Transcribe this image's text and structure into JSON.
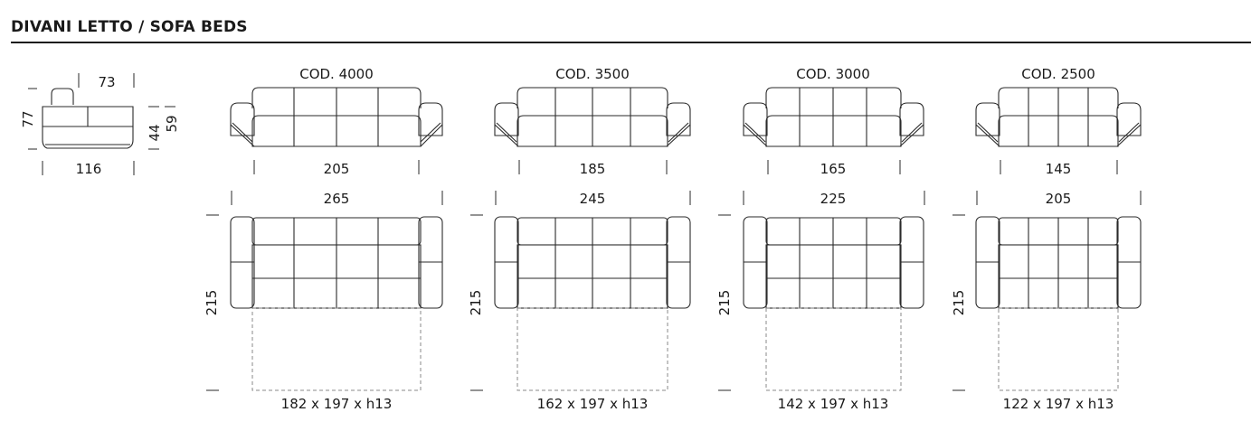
{
  "title": "DIVANI LETTO / SOFA BEDS",
  "side_view": {
    "depth": "116",
    "seat_depth": "73",
    "height": "77",
    "seat_height": "44",
    "arm_height": "59"
  },
  "models": [
    {
      "code": "COD. 4000",
      "front_inner_width": "205",
      "total_width": "265",
      "depth": "215",
      "mattress": "182 x 197 x h13"
    },
    {
      "code": "COD. 3500",
      "front_inner_width": "185",
      "total_width": "245",
      "depth": "215",
      "mattress": "162 x 197 x h13"
    },
    {
      "code": "COD. 3000",
      "front_inner_width": "165",
      "total_width": "225",
      "depth": "215",
      "mattress": "142 x 197 x h13"
    },
    {
      "code": "COD. 2500",
      "front_inner_width": "145",
      "total_width": "205",
      "depth": "215",
      "mattress": "122 x 197 x h13"
    }
  ]
}
